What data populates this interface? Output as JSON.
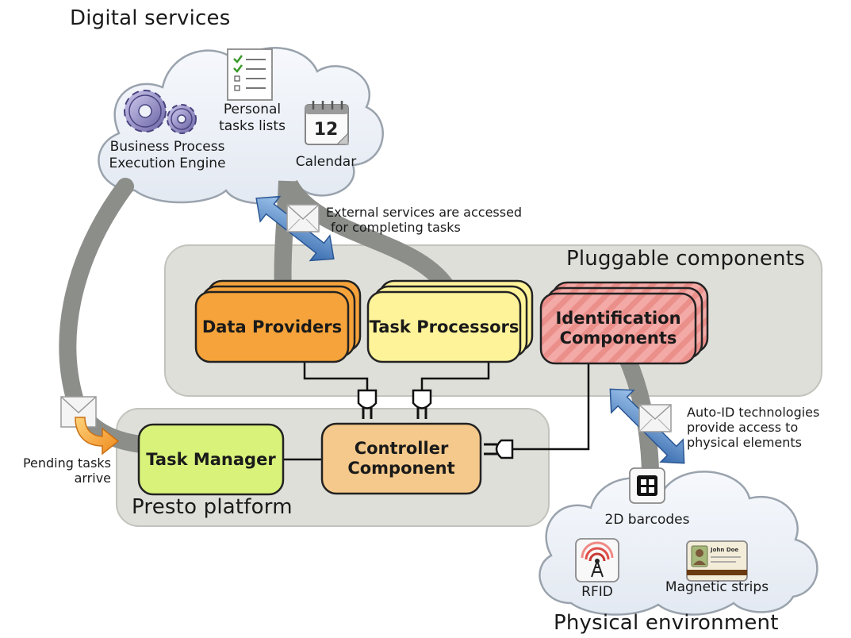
{
  "titles": {
    "digital_services": "Digital services",
    "pluggable_components": "Pluggable components",
    "presto_platform": "Presto platform",
    "physical_environment": "Physical environment"
  },
  "digital_services": {
    "bpe_label_line1": "Business Process",
    "bpe_label_line2": "Execution Engine",
    "tasks_label_line1": "Personal",
    "tasks_label_line2": "tasks lists",
    "calendar_label": "Calendar",
    "calendar_day": "12"
  },
  "components": {
    "data_providers": "Data Providers",
    "task_processors": "Task Processors",
    "identification_line1": "Identification",
    "identification_line2": "Components",
    "task_manager": "Task Manager",
    "controller_line1": "Controller",
    "controller_line2": "Component"
  },
  "notes": {
    "external_line1": "External services are accessed",
    "external_line2": "for completing tasks",
    "autoid_line1": "Auto-ID technologies",
    "autoid_line2": "provide access to",
    "autoid_line3": "physical elements",
    "pending_line1": "Pending tasks",
    "pending_line2": "arrive"
  },
  "physical": {
    "barcodes_label": "2D barcodes",
    "rfid_label": "RFID",
    "magnetic_label": "Magnetic strips",
    "card_name": "John Doe"
  },
  "colors": {
    "cloud_fill": "#eef2f8",
    "cloud_stroke": "#9aa3ad",
    "platform_fill": "#dedfd9",
    "data_providers": "#f5a33a",
    "task_processors": "#fff39a",
    "identification": "#f3a9a6",
    "task_manager": "#d8f27a",
    "controller": "#f5c98b",
    "flow": "#8c8e8a",
    "arrow_blue": "#3d74b8"
  }
}
